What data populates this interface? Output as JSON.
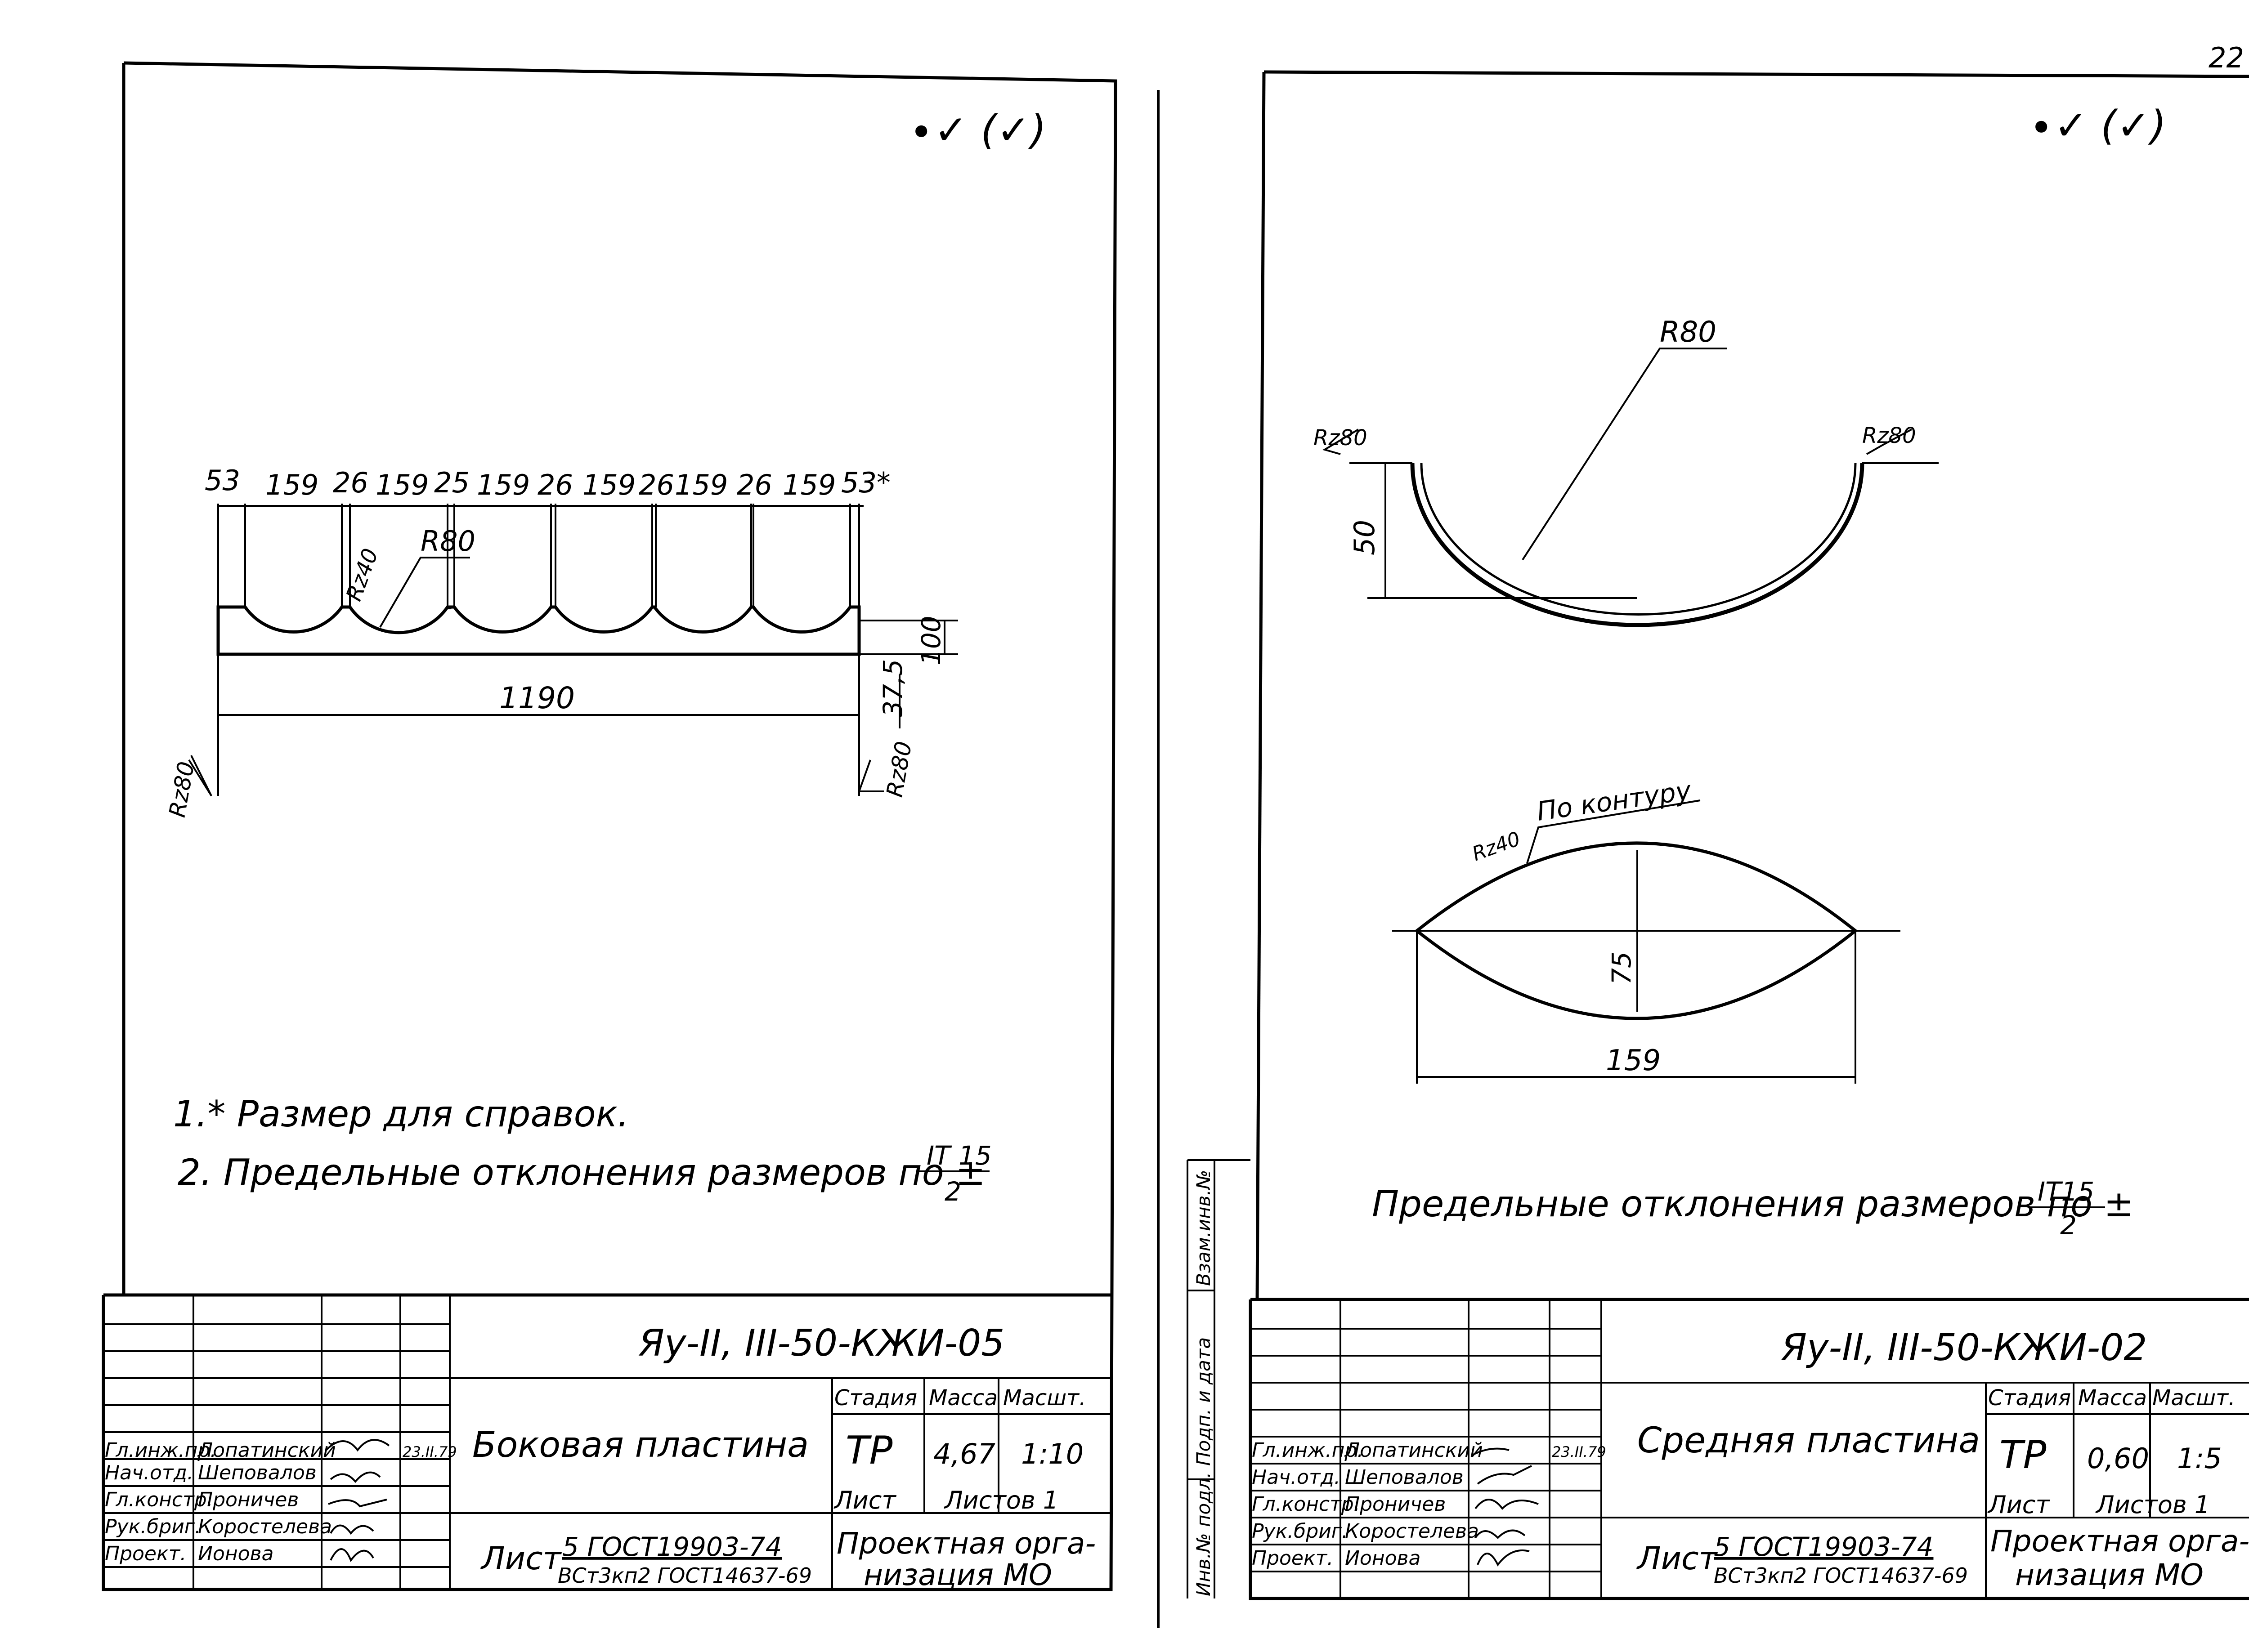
{
  "page_number": "22",
  "left": {
    "roughness_mark": "∙✓ (✓)",
    "dims": {
      "top": [
        "53",
        "159",
        "26",
        "159",
        "25",
        "159",
        "26",
        "159",
        "26",
        "159",
        "26",
        "159",
        "53*"
      ],
      "radius": "R80",
      "rz_arc": "Rz40",
      "length": "1190",
      "height": "100",
      "depth": "37,5",
      "rz_left": "Rz80",
      "rz_right": "Rz80"
    },
    "notes": [
      "1.* Размер для справок.",
      "2. Предельные отклонения размеров по ±"
    ],
    "tol_num": "IT 15",
    "tol_den": "2",
    "title_block": {
      "code": "Яу-II, III-50-КЖИ-05",
      "name": "Боковая пластина",
      "h_stage": "Стадия",
      "h_mass": "Масса",
      "h_scale": "Масшт.",
      "stage": "ТР",
      "mass": "4,67",
      "scale": "1:10",
      "sheet": "Лист",
      "sheets": "Листов 1",
      "material_prefix": "Лист",
      "material_top": "5 ГОСТ19903-74",
      "material_bottom": "ВСт3кп2 ГОСТ14637-69",
      "org": [
        "Проектная орга-",
        "низация МО"
      ],
      "roles": [
        "Гл.инж.пр.",
        "Нач.отд.",
        "Гл.констр.",
        "Рук.бриг.",
        "Проект."
      ],
      "people": [
        "Лопатинский",
        "Шеповалов",
        "Проничев",
        "Коростелева",
        "Ионова"
      ],
      "date": "23.II.79"
    }
  },
  "right": {
    "roughness_mark": "∙✓ (✓)",
    "dims": {
      "radius": "R80",
      "rz_left": "Rz80",
      "rz_right": "Rz80",
      "height": "50",
      "contour": "По контуру",
      "rz_contour": "Rz40",
      "width": "159",
      "lens_height": "75"
    },
    "note": "Предельные отклонения размеров по ±",
    "tol_num": "IT15",
    "tol_den": "2",
    "side_stamp": [
      "Взам.инв.№",
      "Подп. и дата",
      "Инв.№ подл."
    ],
    "title_block": {
      "code": "Яу-II, III-50-КЖИ-02",
      "name": "Средняя пластина",
      "h_stage": "Стадия",
      "h_mass": "Масса",
      "h_scale": "Масшт.",
      "stage": "ТР",
      "mass": "0,60",
      "scale": "1:5",
      "sheet": "Лист",
      "sheets": "Листов 1",
      "material_prefix": "Лист",
      "material_top": "5 ГОСТ19903-74",
      "material_bottom": "ВСт3кп2 ГОСТ14637-69",
      "org": [
        "Проектная орга-",
        "низация МО"
      ],
      "roles": [
        "Гл.инж.пр.",
        "Нач.отд.",
        "Гл.констр.",
        "Рук.бриг.",
        "Проект."
      ],
      "people": [
        "Лопатинский",
        "Шеповалов",
        "Проничев",
        "Коростелева",
        "Ионова"
      ],
      "date": "23.II.79"
    }
  }
}
